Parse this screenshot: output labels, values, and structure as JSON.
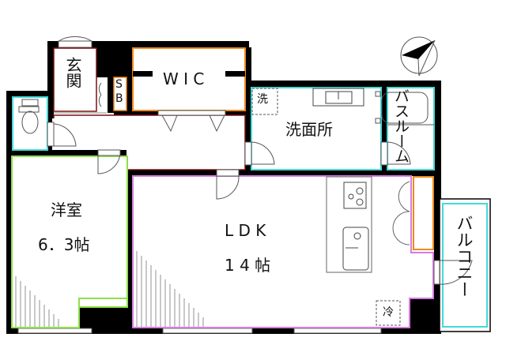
{
  "rooms": {
    "entrance": {
      "label": "玄関"
    },
    "shoe_box": {
      "label_s": "S",
      "label_b": "B"
    },
    "wic": {
      "label": "W I C"
    },
    "washroom": {
      "label": "洗面所",
      "washer_label": "洗"
    },
    "bathroom": {
      "label": "バスルーム"
    },
    "western_room": {
      "label": "洋室",
      "size": "6．3帖"
    },
    "ldk": {
      "label": "L D K",
      "size": "1 4 帖",
      "fridge_label": "冷"
    },
    "balcony": {
      "label": "バルコニー"
    }
  },
  "colors": {
    "wall": "#000000",
    "entrance_corridor": "#7a1010",
    "storage": "#f08a1c",
    "wet_area": "#46d8d8",
    "western_room": "#8fe04a",
    "ldk": "#d77be0"
  },
  "icons": [
    "compass-north-arrow-icon",
    "toilet-icon",
    "bathtub-icon",
    "stove-icon",
    "kitchen-sink-icon",
    "wash-basin-icon",
    "door-swing-icon"
  ]
}
